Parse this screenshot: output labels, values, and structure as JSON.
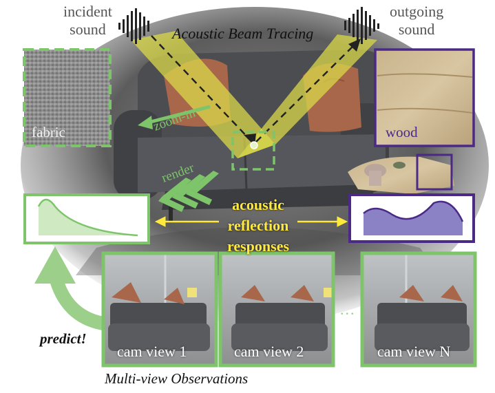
{
  "header": {
    "incident_line1": "incident",
    "incident_line2": "sound",
    "outgoing_line1": "outgoing",
    "outgoing_line2": "sound",
    "title": "Acoustic Beam Tracing"
  },
  "patches": {
    "fabric": "fabric",
    "wood": "wood"
  },
  "arrows": {
    "zoom_in": "zoom-in",
    "render": "render"
  },
  "responses": {
    "line1": "acoustic",
    "line2": "reflection",
    "line3": "responses"
  },
  "views": [
    {
      "label": "cam view 1"
    },
    {
      "label": "cam view 2"
    },
    {
      "label": "cam view N"
    }
  ],
  "ellipsis": "...",
  "predict": "predict!",
  "footer": "Multi-view Observations",
  "colors": {
    "green": "#7ec46a",
    "purple": "#4a2a86",
    "yellow": "#ffe93d",
    "beam": "#d9d84a"
  },
  "icons": [
    "sound-wave-icon",
    "chevron-arrows-icon",
    "curved-arrow-icon",
    "double-arrow-icon"
  ]
}
